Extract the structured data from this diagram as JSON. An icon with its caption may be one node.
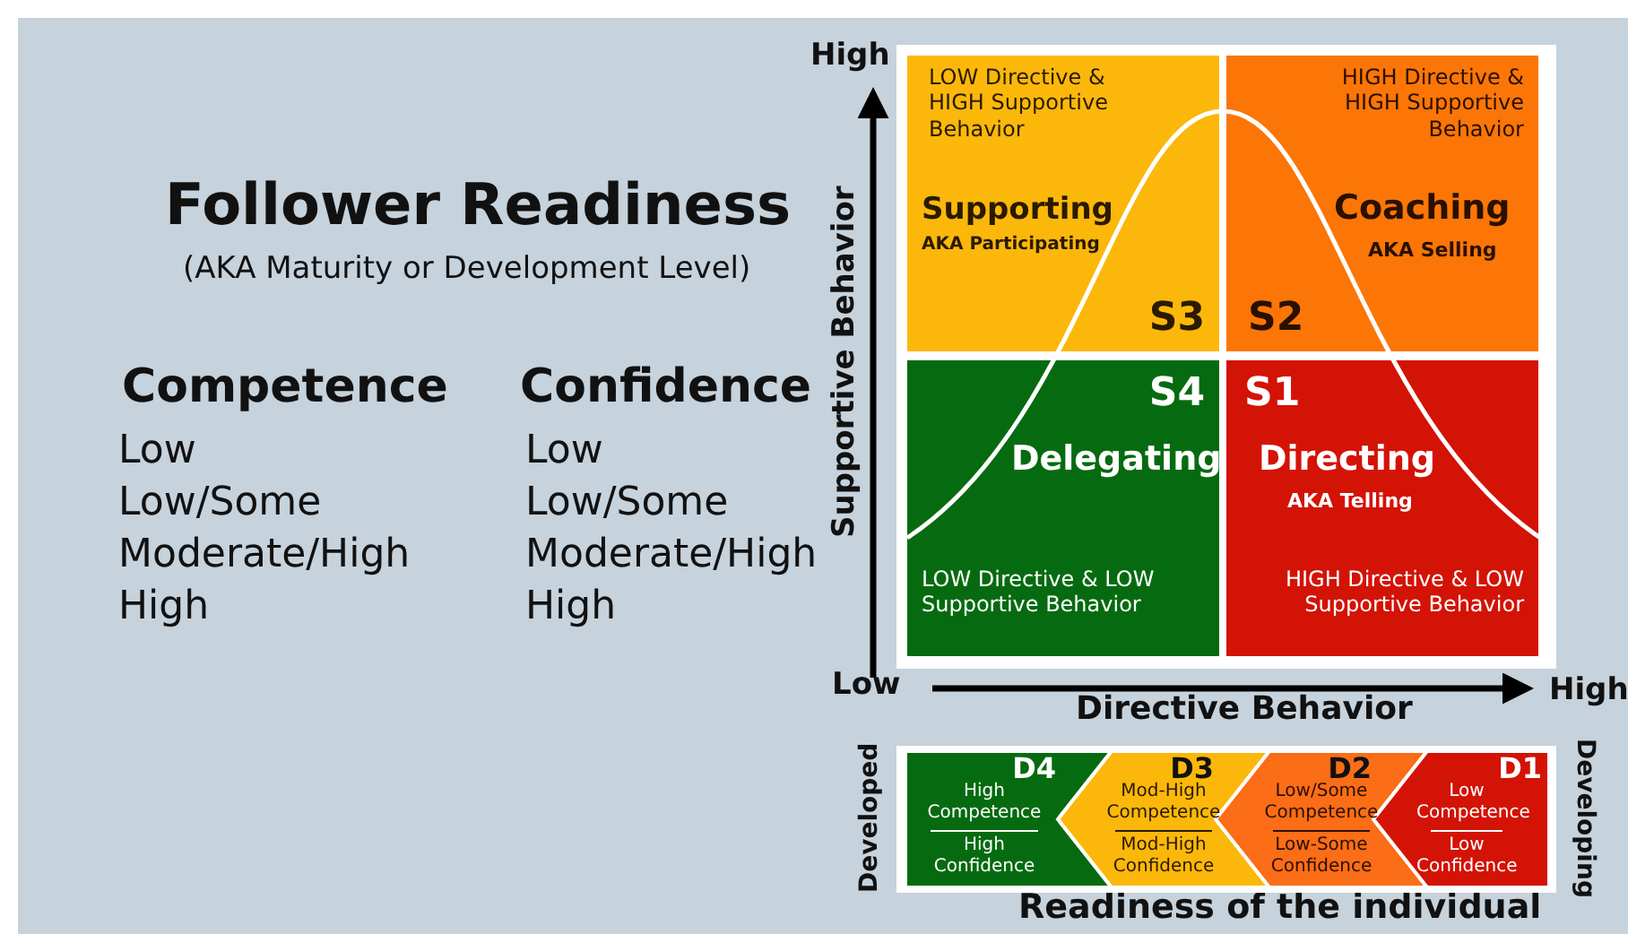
{
  "diagram": {
    "title": "Follower Readiness",
    "nodes": [
      {
        "text": [
          "LOW Directive & HIGH Supportive Behavior",
          "Supporting",
          "AKA Participating",
          "S3"
        ]
      },
      {
        "text": [
          "HIGH Directive & HIGH Supportive Behavior",
          "Coaching",
          "AKA Selling",
          "S2"
        ]
      },
      {
        "text": [
          "S4",
          "Delegating",
          "LOW Directive & LOW Supportive Behavior"
        ]
      },
      {
        "text": [
          "S1",
          "Directing",
          "AKA Telling",
          "HIGH Directive & LOW Supportive Behavior"
        ]
      },
      {
        "text": [
          "D4",
          "High Competence",
          "High Confidence"
        ]
      },
      {
        "text": [
          "D3",
          "Mod-High Competence",
          "Mod-High Confidence"
        ]
      },
      {
        "text": [
          "D2",
          "Low/Some Competence",
          "Low-Some Confidence"
        ]
      },
      {
        "text": [
          "D1",
          "Low Competence",
          "Low Confidence"
        ]
      }
    ],
    "labels": [
      "High",
      "(AKA Maturity or Development Level)",
      "Supportive Behavior",
      "Competence",
      "Confidence",
      "Low",
      "Low",
      "Low/Some",
      "Low/Some",
      "Moderate/High",
      "Moderate/High",
      "High",
      "High",
      "Low",
      "High",
      "Directive Behavior",
      "Developed",
      "Developing",
      "Readiness of the individual"
    ]
  }
}
